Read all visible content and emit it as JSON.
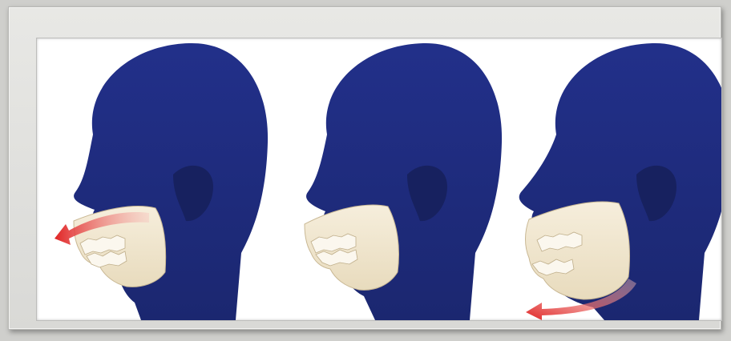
{
  "colors": {
    "background": "#cfcfcc",
    "frame": "#e3e3e0",
    "panel": "#ffffff",
    "head_silhouette": "#1e2b7a",
    "head_shadow": "#16205e",
    "jaw_bone": "#f1e6cf",
    "jaw_outline": "#c9b894",
    "teeth": "#fbf7ee",
    "arrow": "#e02424"
  },
  "figures": [
    {
      "id": "retruded-mandible",
      "arrow": "forward-upper-jaw-arrow"
    },
    {
      "id": "normal-profile",
      "arrow": "none"
    },
    {
      "id": "protruded-mandible",
      "arrow": "downward-lower-jaw-arrow"
    }
  ]
}
